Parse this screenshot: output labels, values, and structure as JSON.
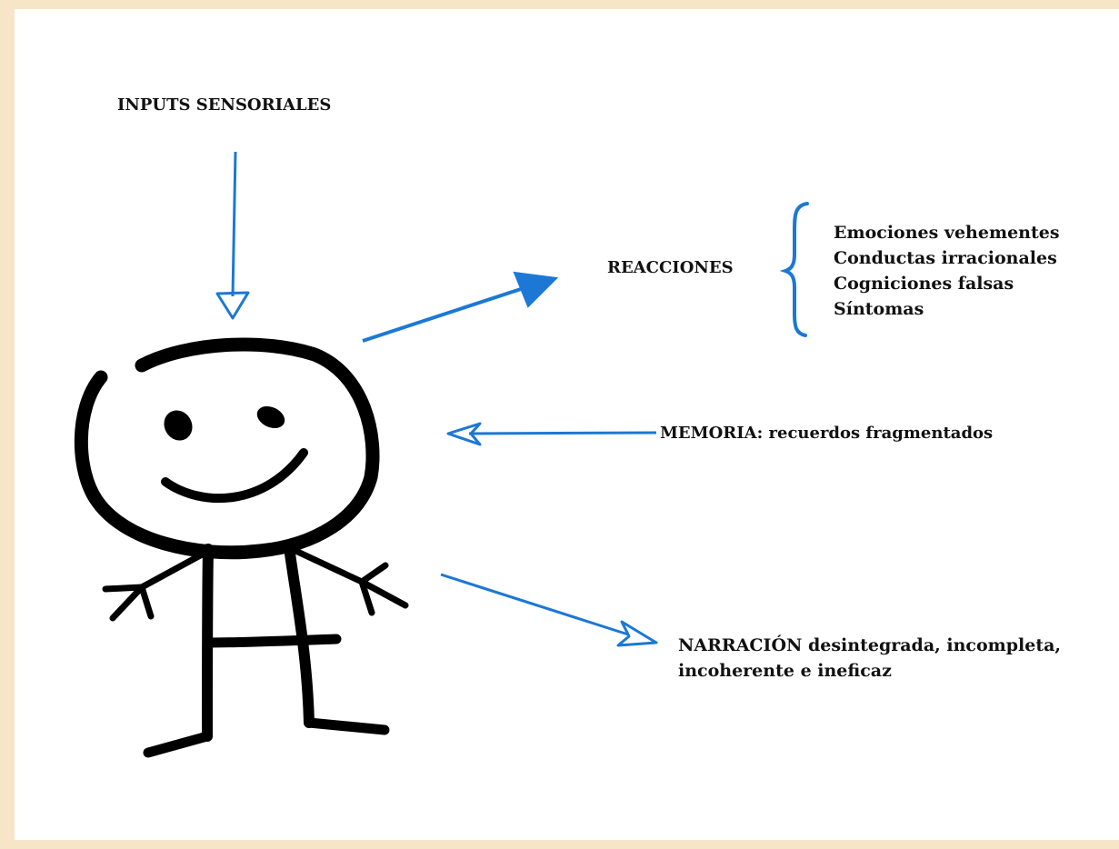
{
  "labels": {
    "inputs": "INPUTS SENSORIALES",
    "reacciones": "REACCIONES",
    "memoria": "MEMORIA: recuerdos fragmentados",
    "narracion": "NARRACIÓN desintegrada, incompleta, incoherente e ineficaz"
  },
  "reactions": [
    "Emociones vehementes",
    "Conductas  irracionales",
    "Cogniciones falsas",
    "Síntomas"
  ],
  "colors": {
    "background": "#f6e6c7",
    "canvas": "#ffffff",
    "arrow": "#1c78d4",
    "figure": "#000000",
    "text": "#111111"
  },
  "icons": {
    "figure": "stick-figure-smiling",
    "brace": "curly-brace-left"
  }
}
